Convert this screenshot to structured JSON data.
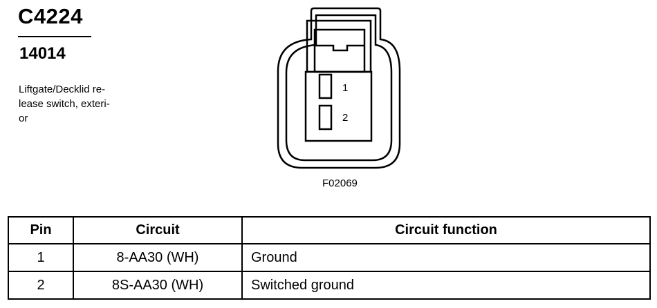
{
  "connector": {
    "id": "C4224",
    "part_number": "14014",
    "description_lines": [
      "Liftgate/Decklid re-",
      "lease switch, exteri-",
      "or"
    ],
    "figure_id": "F02069",
    "pin_labels": [
      "1",
      "2"
    ]
  },
  "table": {
    "headers": [
      "Pin",
      "Circuit",
      "Circuit function"
    ],
    "rows": [
      {
        "pin": "1",
        "circuit": "8-AA30 (WH)",
        "function": "Ground"
      },
      {
        "pin": "2",
        "circuit": "8S-AA30 (WH)",
        "function": "Switched ground"
      }
    ]
  }
}
